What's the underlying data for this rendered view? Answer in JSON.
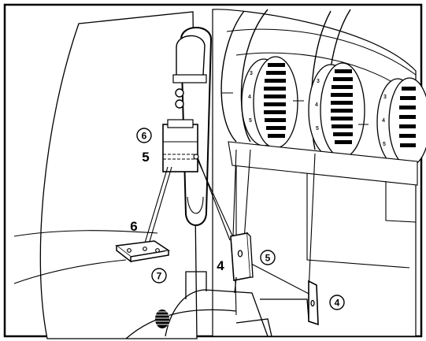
{
  "labels": {
    "tension_upper_circled": "6",
    "tension_upper_plain": "5",
    "guide_left_plain": "6",
    "guide_left_circled": "7",
    "plate_mid_plain": "4",
    "plate_mid_circled": "5",
    "plate_right_circled": "4"
  },
  "dial_numbers": [
    "3",
    "4",
    "5"
  ],
  "colors": {
    "ink": "#000000",
    "paper": "#ffffff"
  }
}
